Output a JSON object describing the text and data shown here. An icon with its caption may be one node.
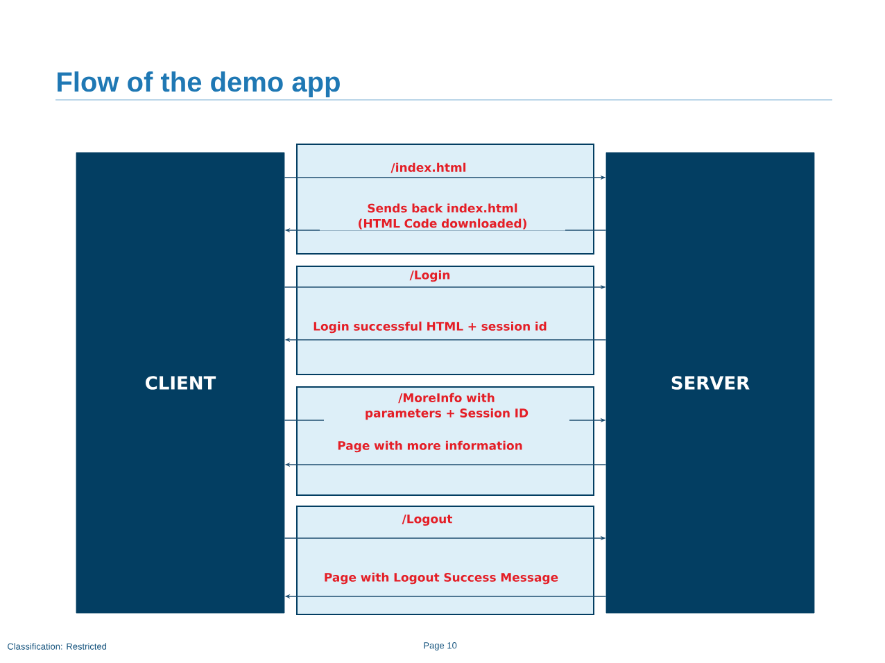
{
  "diagram": {
    "title": "Flow of the demo app",
    "nodes": [
      {
        "text": [
          "CLIENT"
        ]
      },
      {
        "text": [
          "SERVER"
        ]
      }
    ],
    "edges": [
      {
        "from": 0,
        "to": 1,
        "arrow": "to",
        "label": "/index.html"
      },
      {
        "from": 1,
        "to": 0,
        "arrow": "to",
        "label": "Sends back index.html (HTML Code downloaded)"
      },
      {
        "from": 0,
        "to": 1,
        "arrow": "to",
        "label": "/Login"
      },
      {
        "from": 1,
        "to": 0,
        "arrow": "to",
        "label": "Login successful HTML + session id"
      },
      {
        "from": 0,
        "to": 1,
        "arrow": "to",
        "label": "/MoreInfo with parameters + Session ID"
      },
      {
        "from": 1,
        "to": 0,
        "arrow": "to",
        "label": "Page with more information"
      },
      {
        "from": 0,
        "to": 1,
        "arrow": "to",
        "label": "/Logout"
      },
      {
        "from": 1,
        "to": 0,
        "arrow": "to",
        "label": "Page with Logout Success Message"
      }
    ],
    "labels": [
      "Classification: Restricted",
      "Page 10"
    ]
  }
}
